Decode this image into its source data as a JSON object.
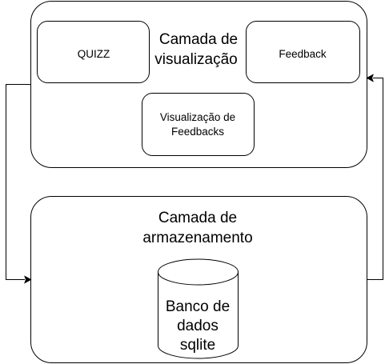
{
  "visualization_layer": {
    "title_line1": "Camada de",
    "title_line2": "visualização",
    "quizz_label": "QUIZZ",
    "feedback_label": "Feedback",
    "feedbacks_view_line1": "Visualização de",
    "feedbacks_view_line2": "Feedbacks"
  },
  "storage_layer": {
    "title_line1": "Camada de",
    "title_line2": "armazenamento",
    "database_line1": "Banco de",
    "database_line2": "dados",
    "database_line3": "sqlite"
  },
  "colors": {
    "stroke": "#000000",
    "fill": "#ffffff",
    "text": "#000000"
  }
}
